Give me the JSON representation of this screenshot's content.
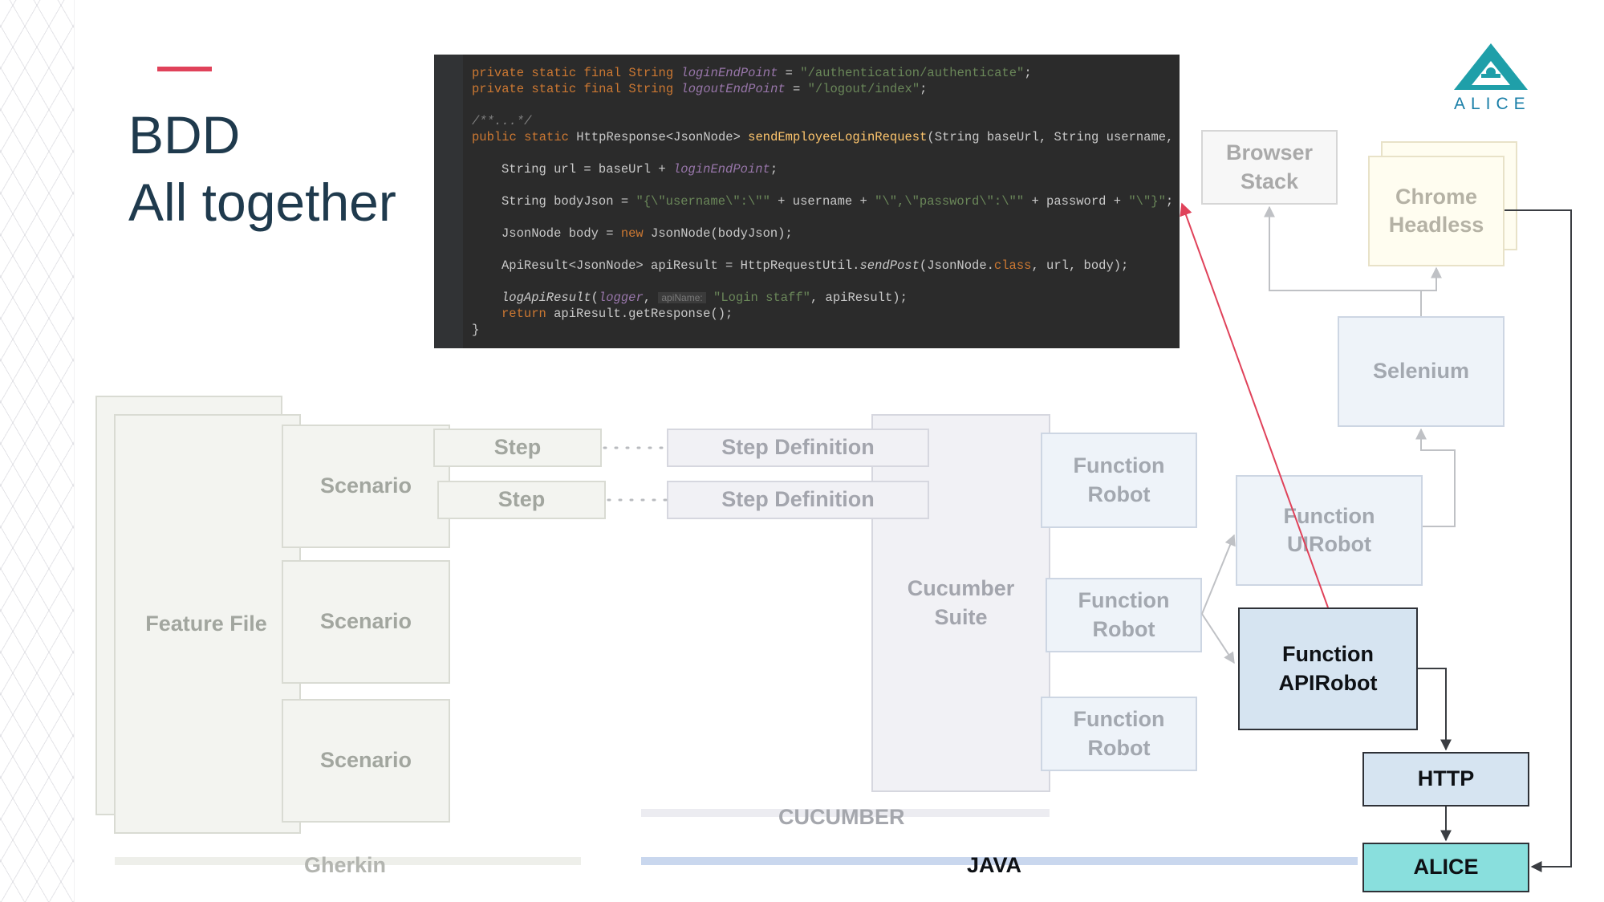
{
  "slide": {
    "title_line1": "BDD",
    "title_line2": "All together"
  },
  "logo": {
    "text": "ALICE"
  },
  "code": {
    "l1": {
      "a": "private static final String ",
      "b": "loginEndPoint",
      "c": " = ",
      "d": "\"/authentication/authenticate\"",
      "e": ";"
    },
    "l2": {
      "a": "private static final String ",
      "b": "logoutEndPoint",
      "c": " = ",
      "d": "\"/logout/index\"",
      "e": ";"
    },
    "l3": {
      "a": "/**...*/"
    },
    "l4": {
      "a": "public static ",
      "b": "HttpResponse<JsonNode> ",
      "c": "sendEmployeeLoginRequest",
      "d": "(String baseUrl, String username,"
    },
    "l5": {
      "a": "String url = baseUrl + ",
      "b": "loginEndPoint",
      "c": ";"
    },
    "l6": {
      "a": "String bodyJson = ",
      "b": "\"{\\\"username\\\":\\\"\"",
      "c": " + username + ",
      "d": "\"\\\",\\\"password\\\":\\\"\"",
      "e": " + password + ",
      "f": "\"\\\"}\"",
      "g": ";"
    },
    "l7": {
      "a": "JsonNode body = ",
      "b": "new ",
      "c": "JsonNode(bodyJson);"
    },
    "l8": {
      "a": "ApiResult<JsonNode> apiResult = HttpRequestUtil.",
      "b": "sendPost",
      "c": "(JsonNode.",
      "d": "class",
      "e": ", url, body);"
    },
    "l9": {
      "a": "logApiResult",
      "b": "(",
      "c": "logger",
      "d": ", ",
      "hint": "apiName:",
      "e": "\"Login staff\"",
      "f": ", apiResult);"
    },
    "l10": {
      "a": "return ",
      "b": "apiResult.getResponse();"
    },
    "l11": {
      "a": "}"
    }
  },
  "diagram": {
    "feature_file": "Feature File",
    "scenario": "Scenario",
    "step": "Step",
    "step_definition": "Step Definition",
    "cucumber_suite": "Cucumber Suite",
    "function_robot": "Function Robot",
    "function_uirobot": "Function UIRobot",
    "function_apirobot": "Function APIRobot",
    "selenium": "Selenium",
    "browser_stack": "Browser Stack",
    "chrome_headless": "Chrome Headless",
    "http": "HTTP",
    "alice": "ALICE",
    "layer_gherkin": "Gherkin",
    "layer_cucumber": "CUCUMBER",
    "layer_java": "JAVA"
  },
  "colors": {
    "accent": "#e0425a",
    "title": "#1f3a4d",
    "code_bg": "#2b2b2b",
    "api_box": "#d6e4f1",
    "alice_box": "#89dfdd",
    "java_band": "#c9d7ee",
    "gherkin_band": "#eeefea",
    "cucumber_band": "#ececf1",
    "logo": "#1a7fa8"
  }
}
